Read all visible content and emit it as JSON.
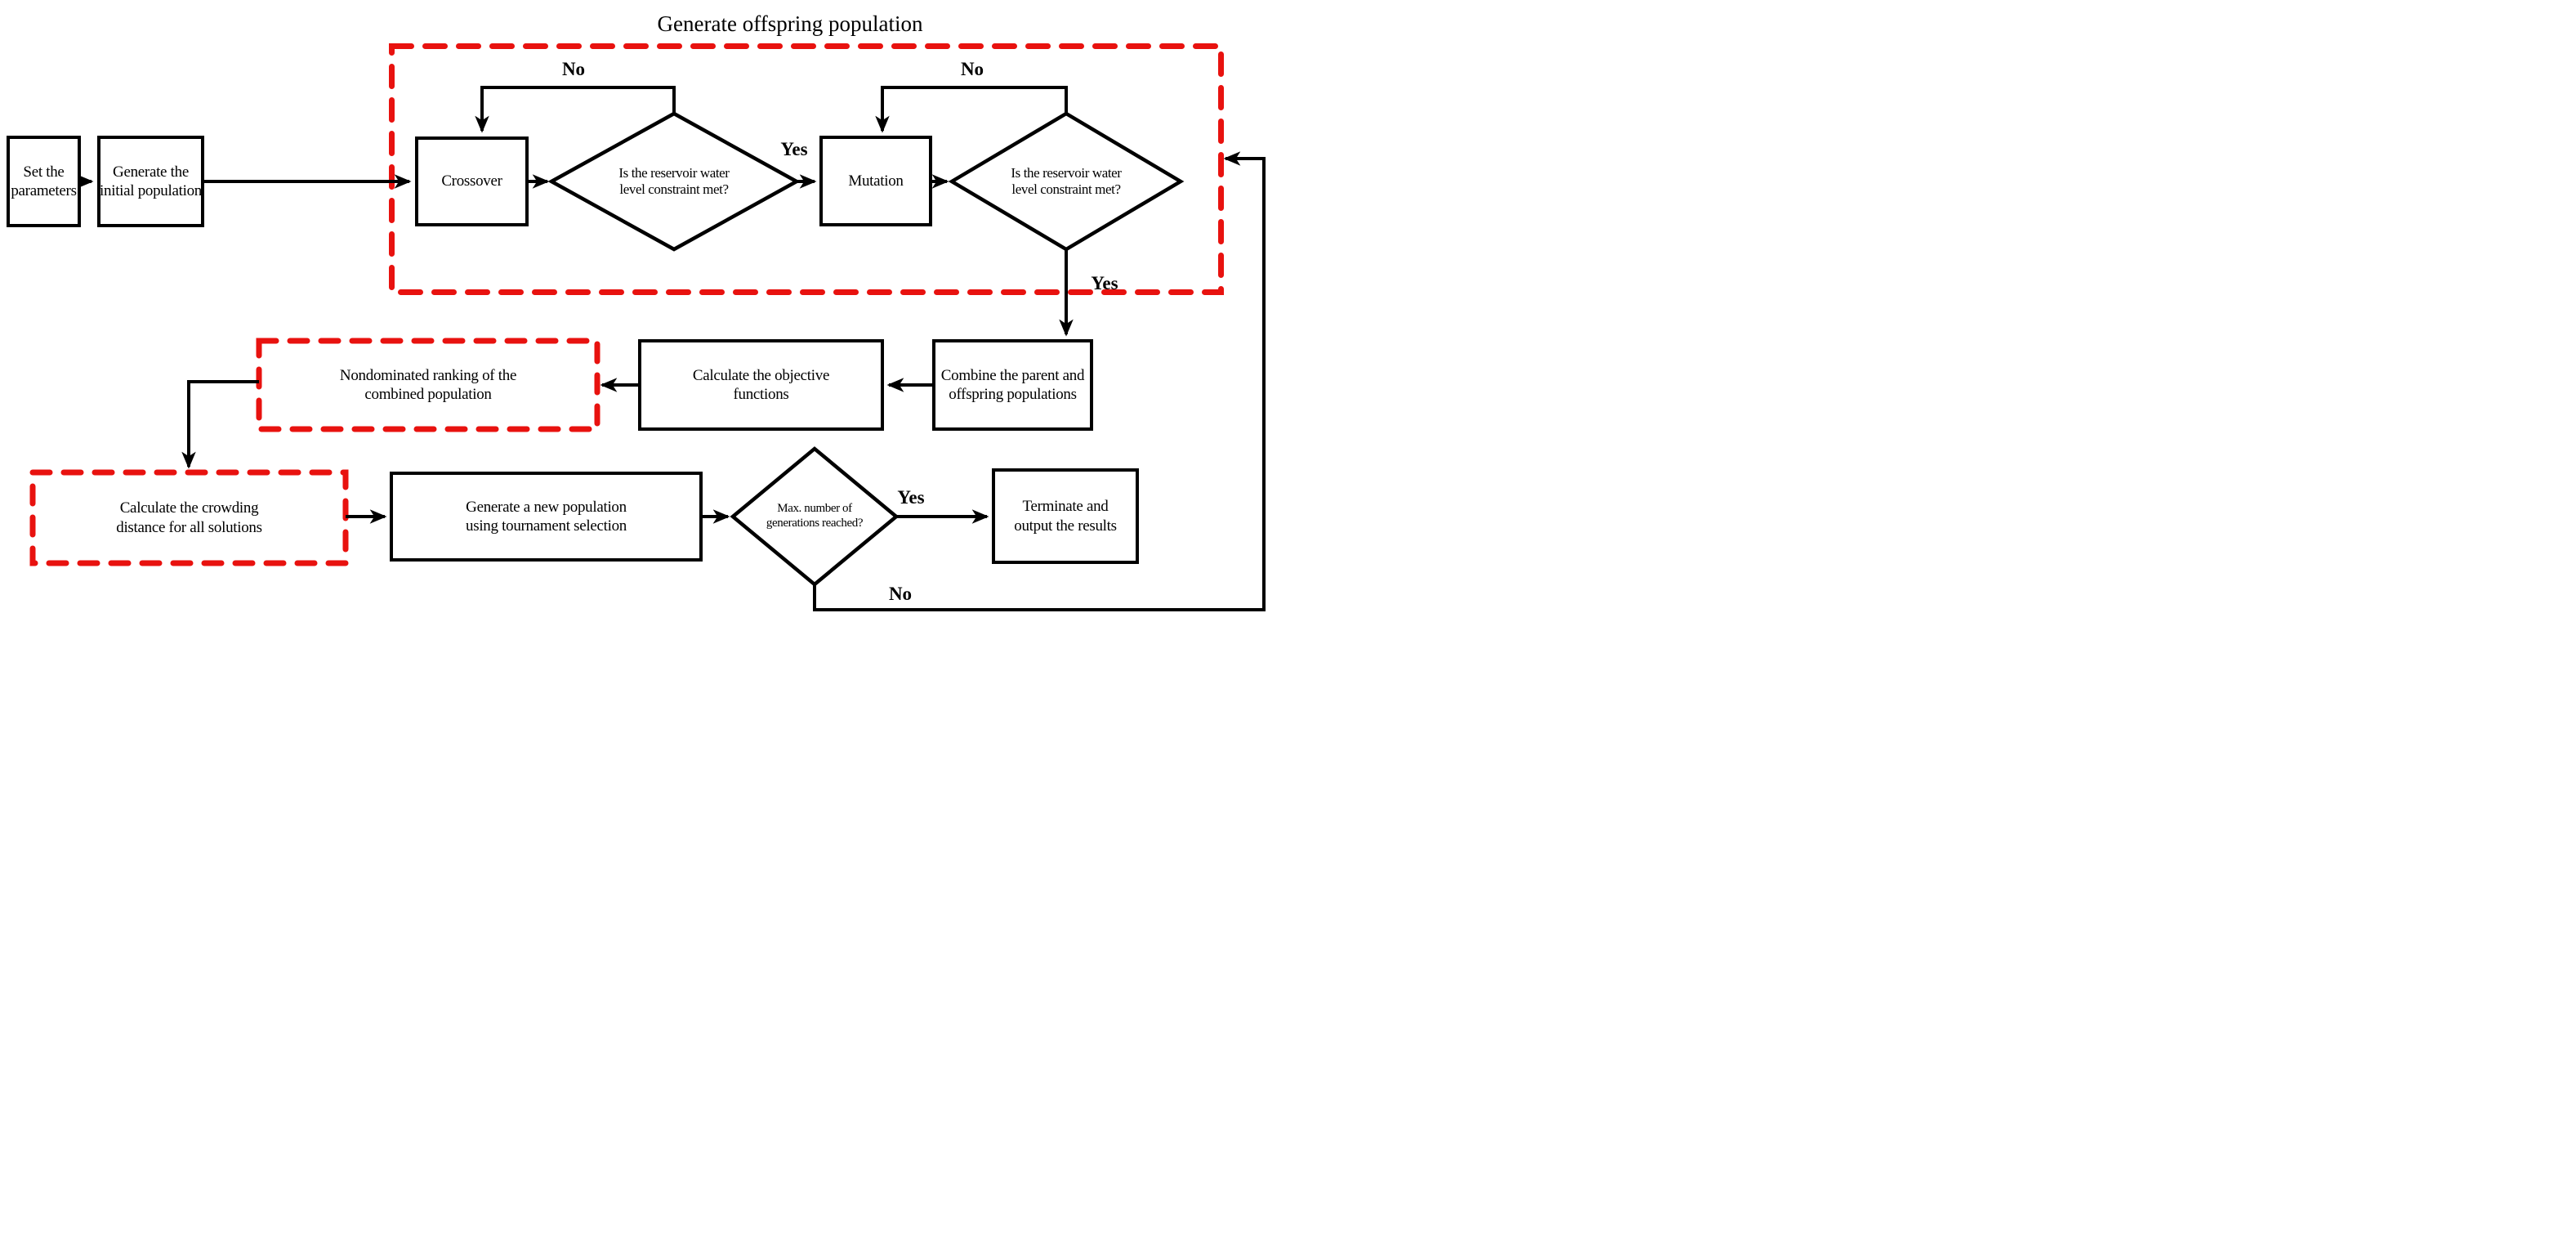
{
  "diagram": {
    "kind": "flowchart",
    "title": "Generate offspring population",
    "colors": {
      "line": "#000000",
      "dashed_box": "#e8120f",
      "background": "#ffffff",
      "text": "#000000"
    },
    "nodes": {
      "set_parameters": {
        "shape": "rect",
        "label": "Set the parameters",
        "lines": [
          "Set the",
          "parameters"
        ]
      },
      "generate_initial": {
        "shape": "rect",
        "label": "Generate the initial population",
        "lines": [
          "Generate the",
          "initial population"
        ]
      },
      "crossover": {
        "shape": "rect",
        "label": "Crossover",
        "lines": [
          "Crossover"
        ]
      },
      "water_check_1": {
        "shape": "diamond",
        "label": "Is the reservoir water level constraint met?",
        "lines": [
          "Is the reservoir water",
          "level constraint met?"
        ]
      },
      "mutation": {
        "shape": "rect",
        "label": "Mutation",
        "lines": [
          "Mutation"
        ]
      },
      "water_check_2": {
        "shape": "diamond",
        "label": "Is the reservoir water level constraint met?",
        "lines": [
          "Is the reservoir water",
          "level constraint met?"
        ]
      },
      "combine": {
        "shape": "rect",
        "label": "Combine the parent and offspring populations",
        "lines": [
          "Combine the parent and",
          "offspring populations"
        ]
      },
      "calc_objective": {
        "shape": "rect",
        "label": "Calculate the objective functions",
        "lines": [
          "Calculate the objective",
          "functions"
        ]
      },
      "nondominated": {
        "shape": "dashed-rect",
        "label": "Nondominated ranking of the combined population",
        "lines": [
          "Nondominated ranking of the",
          "combined population"
        ]
      },
      "crowding": {
        "shape": "dashed-rect",
        "label": "Calculate the crowding distance for all solutions",
        "lines": [
          "Calculate the crowding",
          "distance for all solutions"
        ]
      },
      "generate_new": {
        "shape": "rect",
        "label": "Generate a new population using tournament selection",
        "lines": [
          "Generate a new population",
          "using tournament selection"
        ]
      },
      "max_generations": {
        "shape": "diamond",
        "label": "Max. number of generations reached?",
        "lines": [
          "Max. number of",
          "generations reached?"
        ]
      },
      "terminate": {
        "shape": "rect",
        "label": "Terminate and output the results",
        "lines": [
          "Terminate and",
          "output the results"
        ]
      }
    },
    "edge_labels": {
      "no_crossover": "No",
      "no_mutation": "No",
      "yes_to_mutation": "Yes",
      "yes_to_combine": "Yes",
      "yes_to_terminate": "Yes",
      "no_restart_loop": "No"
    },
    "edges": [
      {
        "from": "set_parameters",
        "to": "generate_initial",
        "label": ""
      },
      {
        "from": "generate_initial",
        "to": "crossover",
        "label": ""
      },
      {
        "from": "crossover",
        "to": "water_check_1",
        "label": ""
      },
      {
        "from": "water_check_1",
        "to": "crossover",
        "label": "No"
      },
      {
        "from": "water_check_1",
        "to": "mutation",
        "label": "Yes"
      },
      {
        "from": "mutation",
        "to": "water_check_2",
        "label": ""
      },
      {
        "from": "water_check_2",
        "to": "mutation",
        "label": "No"
      },
      {
        "from": "water_check_2",
        "to": "combine",
        "label": "Yes"
      },
      {
        "from": "combine",
        "to": "calc_objective",
        "label": ""
      },
      {
        "from": "calc_objective",
        "to": "nondominated",
        "label": ""
      },
      {
        "from": "nondominated",
        "to": "crowding",
        "label": ""
      },
      {
        "from": "crowding",
        "to": "generate_new",
        "label": ""
      },
      {
        "from": "generate_new",
        "to": "max_generations",
        "label": ""
      },
      {
        "from": "max_generations",
        "to": "terminate",
        "label": "Yes"
      },
      {
        "from": "max_generations",
        "to": "water_check_2",
        "label": "No"
      }
    ],
    "group_box": {
      "label": "Generate offspring population",
      "style": "red-dashed"
    }
  }
}
